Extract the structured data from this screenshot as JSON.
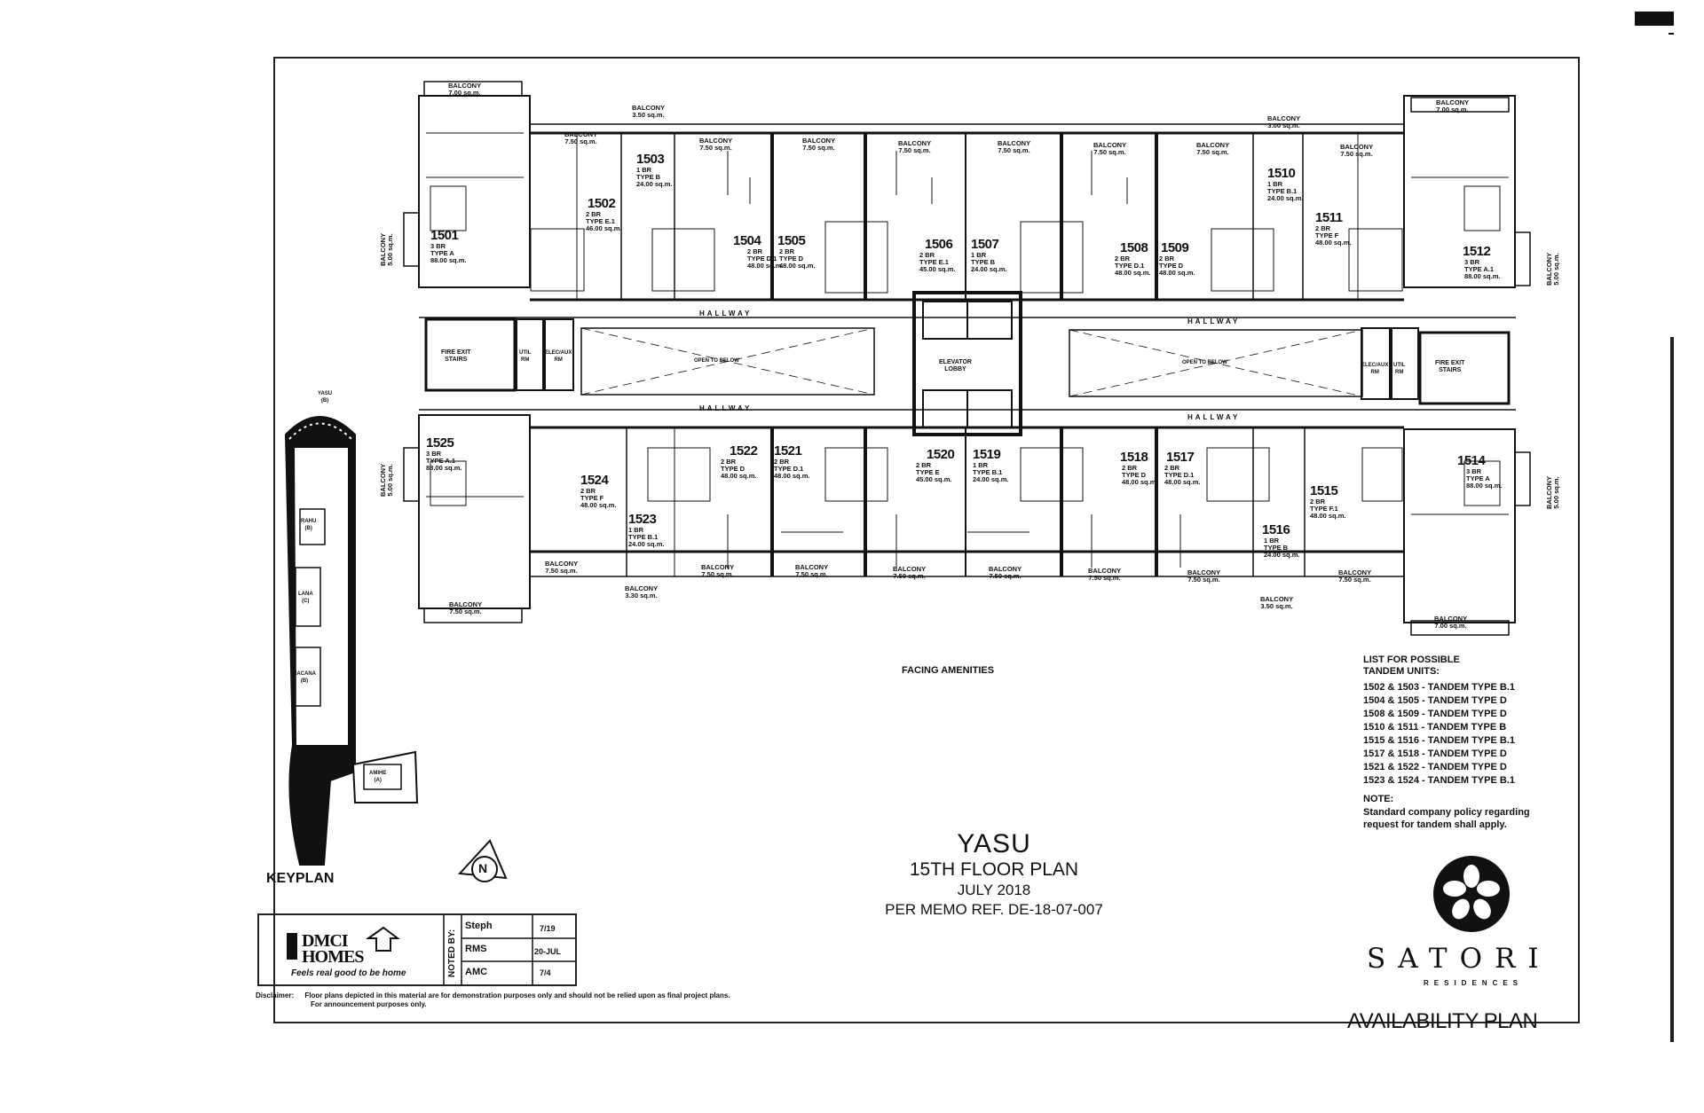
{
  "corner": {},
  "plan": {
    "units": [
      {
        "num": "1501",
        "info": "3 BR\nTYPE A\n88.00 sq.m."
      },
      {
        "num": "1502",
        "info": "2 BR\nTYPE E.1\n46.00 sq.m."
      },
      {
        "num": "1503",
        "info": "1 BR\nTYPE B\n24.00 sq.m."
      },
      {
        "num": "1504",
        "info": "2 BR\nTYPE D.1\n48.00 sq.m."
      },
      {
        "num": "1505",
        "info": "2 BR\nTYPE D\n48.00 sq.m."
      },
      {
        "num": "1506",
        "info": "2 BR\nTYPE E.1\n45.00 sq.m."
      },
      {
        "num": "1507",
        "info": "1 BR\nTYPE B\n24.00 sq.m."
      },
      {
        "num": "1508",
        "info": "2 BR\nTYPE D.1\n48.00 sq.m."
      },
      {
        "num": "1509",
        "info": "2 BR\nTYPE D\n48.00 sq.m."
      },
      {
        "num": "1510",
        "info": "1 BR\nTYPE B.1\n24.00 sq.m."
      },
      {
        "num": "1511",
        "info": "2 BR\nTYPE F\n48.00 sq.m."
      },
      {
        "num": "1512",
        "info": "3 BR\nTYPE A.1\n88.00 sq.m."
      },
      {
        "num": "1514",
        "info": "3 BR\nTYPE A\n88.00 sq.m."
      },
      {
        "num": "1515",
        "info": "2 BR\nTYPE F.1\n48.00 sq.m."
      },
      {
        "num": "1516",
        "info": "1 BR\nTYPE B\n24.00 sq.m."
      },
      {
        "num": "1517",
        "info": "2 BR\nTYPE D.1\n48.00 sq.m."
      },
      {
        "num": "1518",
        "info": "2 BR\nTYPE D\n48.00 sq.m."
      },
      {
        "num": "1519",
        "info": "1 BR\nTYPE B.1\n24.00 sq.m."
      },
      {
        "num": "1520",
        "info": "2 BR\nTYPE E\n45.00 sq.m."
      },
      {
        "num": "1521",
        "info": "2 BR\nTYPE D.1\n48.00 sq.m."
      },
      {
        "num": "1522",
        "info": "2 BR\nTYPE D\n48.00 sq.m."
      },
      {
        "num": "1523",
        "info": "1 BR\nTYPE B.1\n24.00 sq.m."
      },
      {
        "num": "1524",
        "info": "2 BR\nTYPE F\n48.00 sq.m."
      },
      {
        "num": "1525",
        "info": "3 BR\nTYPE A.1\n88.00 sq.m."
      }
    ],
    "balconies": {
      "b_top_left": "BALCONY\n7.00 sq.m.",
      "b_top_1": "BALCONY\n3.50 sq.m.",
      "b_top_2": "BALCONY\n7.50 sq.m.",
      "b_top_3": "BALCONY\n7.50 sq.m.",
      "b_top_4": "BALCONY\n7.50 sq.m.",
      "b_top_5": "BALCONY\n7.50 sq.m.",
      "b_top_6": "BALCONY\n7.50 sq.m.",
      "b_top_7": "BALCONY\n7.50 sq.m.",
      "b_top_8": "BALCONY\n7.50 sq.m.",
      "b_top_9": "BALCONY\n3.00 sq.m.",
      "b_top_10": "BALCONY\n7.50 sq.m.",
      "b_top_right": "BALCONY\n7.00 sq.m.",
      "b_bot_left": "BALCONY\n7.50 sq.m.",
      "b_bot_1": "BALCONY\n7.50 sq.m.",
      "b_bot_2": "BALCONY\n3.30 sq.m.",
      "b_bot_3": "BALCONY\n7.50 sq.m.",
      "b_bot_4": "BALCONY\n7.50 sq.m.",
      "b_bot_5": "BALCONY\n7.50 sq.m.",
      "b_bot_6": "BALCONY\n7.50 sq.m.",
      "b_bot_7": "BALCONY\n7.50 sq.m.",
      "b_bot_8": "BALCONY\n7.50 sq.m.",
      "b_bot_9": "BALCONY\n3.50 sq.m.",
      "b_bot_10": "BALCONY\n7.50 sq.m.",
      "b_bot_right": "BALCONY\n7.00 sq.m.",
      "b_side_l1": "BALCONY\n5.00 sq.m.",
      "b_side_l2": "BALCONY\n5.00 sq.m.",
      "b_side_r1": "BALCONY\n5.00 sq.m.",
      "b_side_r2": "BALCONY\n5.00 sq.m."
    },
    "hallway": "HALLWAY",
    "elevator_lobby": "ELEVATOR\nLOBBY",
    "fire_exit": "FIRE EXIT\nSTAIRS",
    "util": "UTIL\nRM",
    "elec": "ELEC/AUX\nRM",
    "open_to_below": "OPEN TO BELOW",
    "facing": "FACING AMENITIES"
  },
  "keyplan": {
    "label": "KEYPLAN",
    "yasu": "YASU\n(B)",
    "rahu": "RAHU\n(B)",
    "lana": "LANA\n(C)",
    "nacana": "NACANA\n(B)",
    "amihe": "AMIHE\n(A)"
  },
  "title": {
    "project": "YASU",
    "floor": "15TH FLOOR PLAN",
    "date": "JULY 2018",
    "memo": "PER MEMO REF. DE-18-07-007"
  },
  "tandem": {
    "header1": "LIST FOR POSSIBLE",
    "header2": "TANDEM UNITS:",
    "items": [
      "1502 & 1503 - TANDEM TYPE B.1",
      "1504 & 1505 - TANDEM TYPE D",
      "1508 & 1509 - TANDEM TYPE D",
      "1510 & 1511 - TANDEM TYPE B",
      "1515 & 1516 - TANDEM TYPE B.1",
      "1517 & 1518 - TANDEM TYPE D",
      "1521 & 1522 - TANDEM TYPE D",
      "1523 & 1524 - TANDEM TYPE B.1"
    ],
    "note_label": "NOTE:",
    "note_text": "Standard company policy regarding request for tandem shall apply."
  },
  "logo": {
    "brand": "DMCI\nHOMES",
    "tagline": "Feels real good to be home",
    "noted_by": "NOTED BY:",
    "rows": [
      {
        "name": "Steph",
        "date": "7/19"
      },
      {
        "name": "RMS",
        "date": "20-JUL"
      },
      {
        "name": "AMC",
        "date": "7/4"
      }
    ]
  },
  "satori": {
    "word": "SATORI",
    "sub": "RESIDENCES"
  },
  "disclaimer": {
    "label": "Disclaimer:",
    "line1": "Floor plans depicted in this material are for demonstration purposes only and should not be relied upon as final project plans.",
    "line2": "For announcement purposes only."
  },
  "availability": "AVAILABILITY PLAN",
  "north": "N"
}
